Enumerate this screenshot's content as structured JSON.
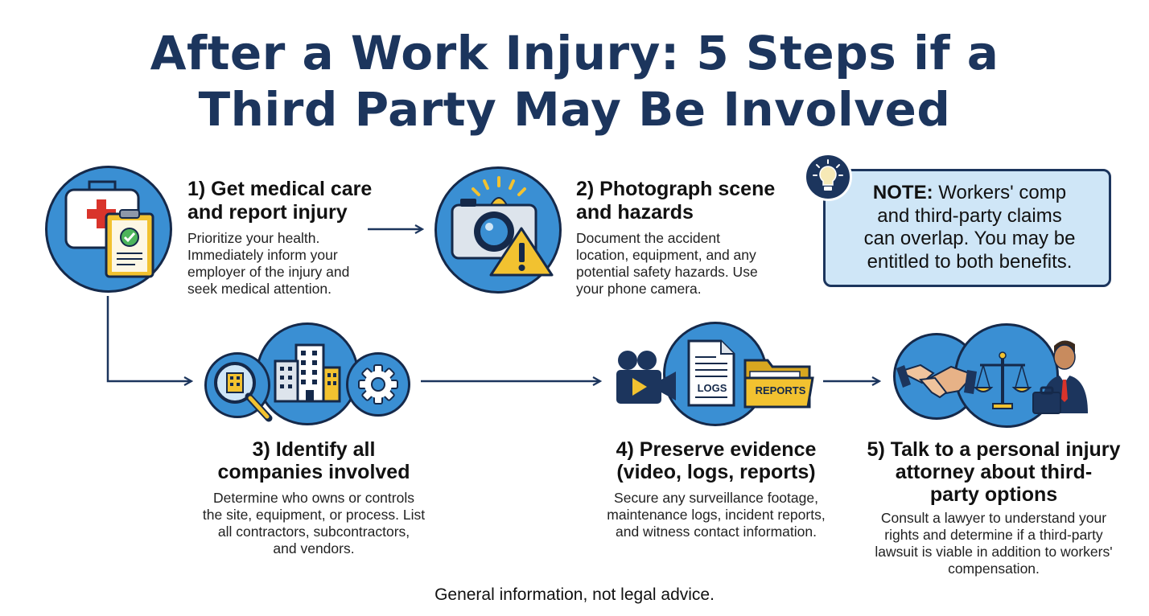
{
  "title": {
    "line1": "After a Work Injury: 5 Steps if a",
    "line2": "Third Party May Be Involved"
  },
  "steps": [
    {
      "title_line1": "1) Get medical care",
      "title_line2": "and report injury",
      "desc_lines": [
        "Prioritize your health.",
        "Immediately inform your",
        "employer of the injury and",
        "seek medical attention."
      ],
      "icons": [
        "first-aid-kit-icon",
        "clipboard-check-icon"
      ]
    },
    {
      "title_line1": "2) Photograph scene",
      "title_line2": "and hazards",
      "desc_lines": [
        "Document the accident",
        "location, equipment, and any",
        "potential safety hazards. Use",
        "your phone camera."
      ],
      "icons": [
        "camera-icon",
        "warning-icon"
      ]
    },
    {
      "title_line1": "3) Identify all",
      "title_line2": "companies involved",
      "desc_lines": [
        "Determine who owns or controls",
        "the site, equipment, or process. List",
        "all contractors, subcontractors,",
        "and vendors."
      ],
      "icons": [
        "magnifier-building-icon",
        "office-building-icon",
        "gear-icon"
      ]
    },
    {
      "title_line1": "4) Preserve evidence",
      "title_line2": "(video, logs, reports)",
      "desc_lines": [
        "Secure any surveillance footage,",
        "maintenance logs, incident reports,",
        "and witness contact information."
      ],
      "icons": [
        "video-camera-icon",
        "logs-document-icon",
        "reports-folder-icon"
      ],
      "logs_label": "LOGS",
      "reports_label": "REPORTS"
    },
    {
      "title_line1": "5) Talk to a personal injury",
      "title_line2": "attorney about third-",
      "title_line3": "party options",
      "desc_lines": [
        "Consult a lawyer to understand your",
        "rights and determine if a third-party",
        "lawsuit is viable in addition to workers'",
        "compensation."
      ],
      "icons": [
        "handshake-icon",
        "scales-of-justice-icon",
        "attorney-icon"
      ]
    }
  ],
  "note": {
    "label": "NOTE:",
    "text_first": " Workers' comp",
    "lines": [
      "and third-party claims",
      "can overlap. You may be",
      "entitled to both benefits."
    ],
    "icon": "lightbulb-icon"
  },
  "footer": "General information, not legal advice.",
  "colors": {
    "navy": "#1c355d",
    "blue": "#3a8fd3",
    "light_blue": "#cfe6f7",
    "yellow": "#f2c230",
    "red": "#d9342b"
  }
}
